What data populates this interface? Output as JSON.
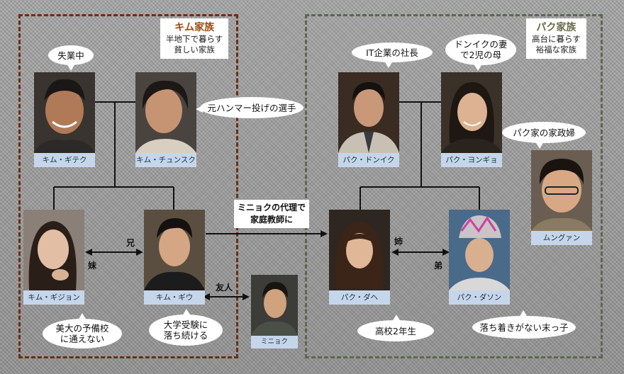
{
  "kim_family": {
    "title": "キム家族",
    "desc_line1": "半地下で暮らす",
    "desc_line2": "貧しい家族"
  },
  "park_family": {
    "title": "パク家族",
    "desc_line1": "高台に暮らす",
    "desc_line2": "裕福な家族"
  },
  "people": {
    "kitaek": "キム・ギテク",
    "chungsook": "キム・チュンスク",
    "kijung": "キム・ギジョン",
    "kiwoo": "キム・ギウ",
    "minhyuk": "ミニョク",
    "dongik": "パク・ドンイク",
    "yeonkyo": "パク・ヨンギョ",
    "munkwang": "ムングァン",
    "dahye": "パク・ダヘ",
    "dasong": "パク・ダソン"
  },
  "bubbles": {
    "kitaek": "失業中",
    "chungsook": "元ハンマー投げの選手",
    "kijung_line1": "美大の予備校",
    "kijung_line2": "に通えない",
    "kiwoo_line1": "大学受験に",
    "kiwoo_line2": "落ち続ける",
    "dongik": "IT企業の社長",
    "yeonkyo_line1": "ドンイクの妻",
    "yeonkyo_line2": "で2児の母",
    "munkwang": "パク家の家政婦",
    "dahye": "高校2年生",
    "dasong": "落ち着きがない末っ子"
  },
  "relations": {
    "brother": "兄",
    "sister": "妹",
    "friend": "友人",
    "older_sister": "姉",
    "younger_brother": "弟",
    "tutor_line1": "ミニョクの代理で",
    "tutor_line2": "家庭教師に"
  },
  "colors": {
    "kim_border": "#6a2e12",
    "park_border": "#5f6650",
    "name_tag": "#c6d6ea",
    "kim_title": "#a04a10",
    "park_title": "#6a6a4a"
  }
}
